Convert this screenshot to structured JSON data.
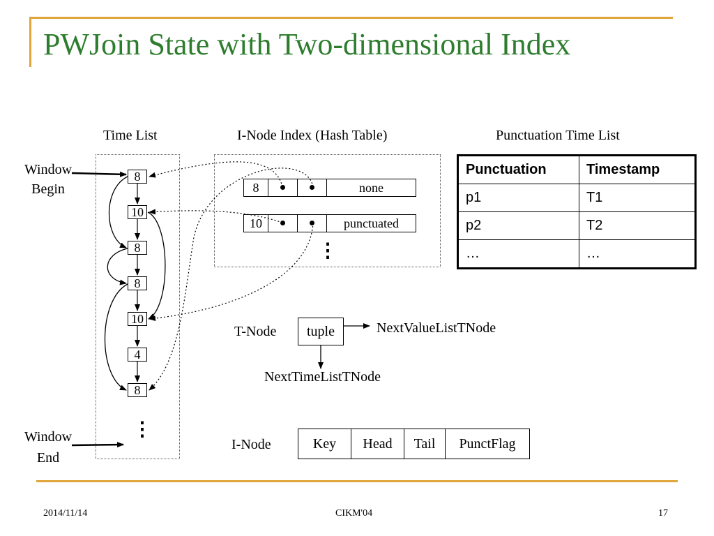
{
  "slide": {
    "title": "PWJoin State with Two-dimensional Index",
    "footer": {
      "date": "2014/11/14",
      "venue": "CIKM'04",
      "page": "17"
    }
  },
  "labels": {
    "time_list": "Time List",
    "inode_index": "I-Node Index (Hash Table)",
    "punct_time_list": "Punctuation Time List",
    "window_begin": [
      "Window",
      "Begin"
    ],
    "window_end": [
      "Window",
      "End"
    ],
    "tnode": "T-Node",
    "tnode_cell": "tuple",
    "next_value": "NextValueListTNode",
    "next_time": "NextTimeListTNode",
    "inode": "I-Node",
    "ellipsis_dots": "⋮"
  },
  "time_list": [
    "8",
    "10",
    "8",
    "8",
    "10",
    "4",
    "8"
  ],
  "hash_rows": [
    {
      "key": "8",
      "flag": "none"
    },
    {
      "key": "10",
      "flag": "punctuated"
    }
  ],
  "punct_table": {
    "headers": [
      "Punctuation",
      "Timestamp"
    ],
    "rows": [
      [
        "p1",
        "T1"
      ],
      [
        "p2",
        "T2"
      ],
      [
        "…",
        "…"
      ]
    ]
  },
  "inode_fields": [
    "Key",
    "Head",
    "Tail",
    "PunctFlag"
  ]
}
